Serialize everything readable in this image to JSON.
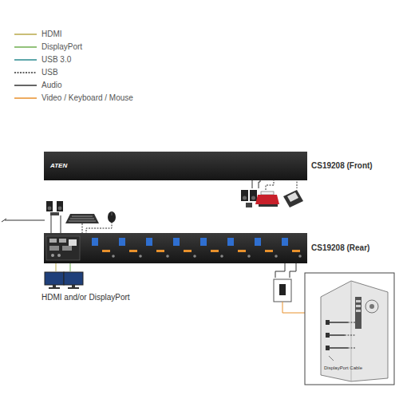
{
  "diagram": {
    "nodes": [
      {
        "text": [
          "ATEN"
        ]
      }
    ],
    "labels": [
      "CS19208 (Front)",
      "CS19208 (Rear)",
      "HDMI and/or DisplayPort",
      "DisplayPort Cable"
    ],
    "legend": [
      {
        "text": "HDMI"
      },
      {
        "text": "DisplayPort"
      },
      {
        "text": "USB 3.0"
      },
      {
        "text": "USB"
      },
      {
        "text": "Audio"
      },
      {
        "text": "Video / Keyboard / Mouse"
      }
    ]
  }
}
